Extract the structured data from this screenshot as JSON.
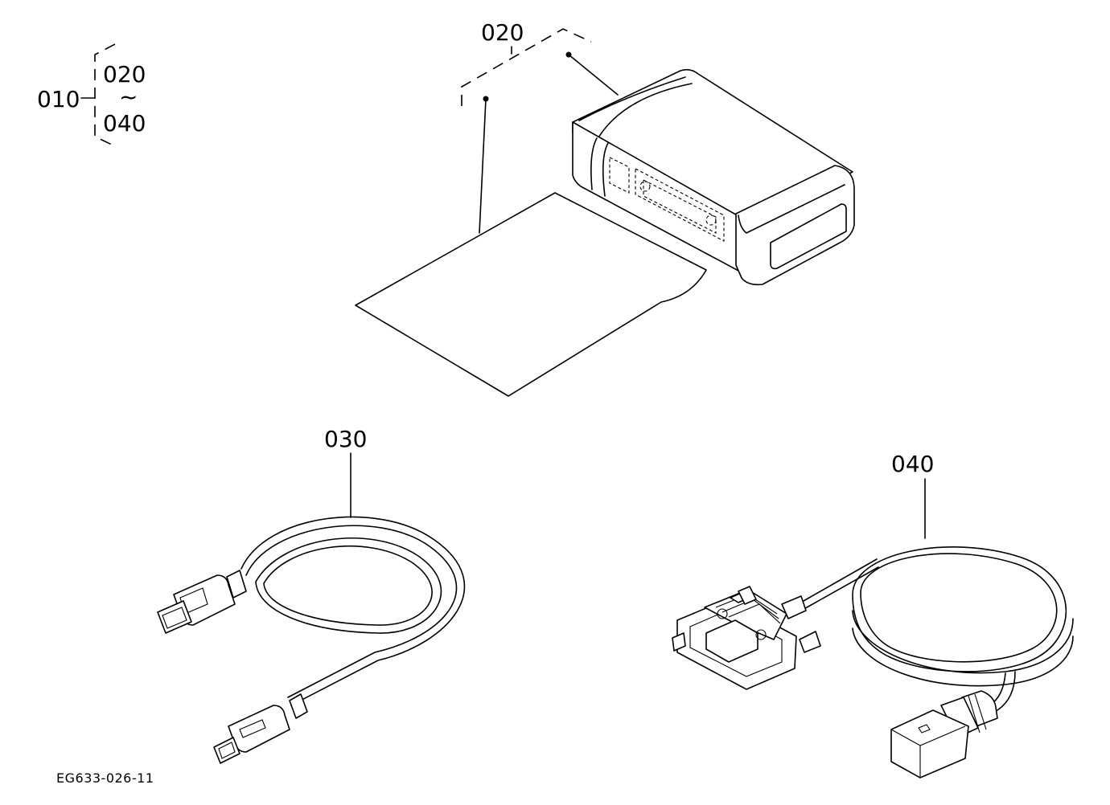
{
  "callouts": {
    "assembly": "010",
    "range_from": "020",
    "range_sep": "~",
    "range_to": "040",
    "interface_kit": "020",
    "usb_cable": "030",
    "serial_cable": "040"
  },
  "figure_code": "EG633-026-11"
}
